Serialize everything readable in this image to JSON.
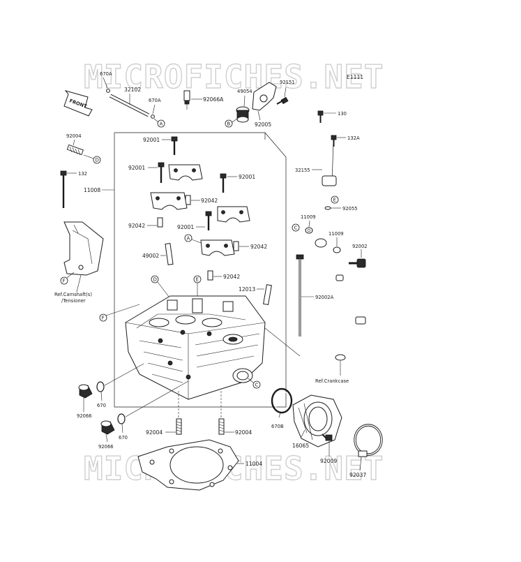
{
  "watermark": "MICROFICHES.NET",
  "diagram_code": "E1111",
  "front_label": "FRONT",
  "labels": {
    "p670A_top": "670A",
    "p32102": "32102",
    "p670A_mid": "670A",
    "p92066A": "92066A",
    "p49054": "49054",
    "p92151": "92151",
    "p92005": "92005",
    "p130": "130",
    "p132A": "132A",
    "p32155": "32155",
    "p92055": "92055",
    "p92004_top": "92004",
    "p132": "132",
    "p11008": "11008",
    "p92001_a": "92001",
    "p92001_b": "92001",
    "p92001_c": "92001",
    "p92001_d": "92001",
    "p92042_a": "92042",
    "p92042_b": "92042",
    "p92042_c": "92042",
    "p92042_d": "92042",
    "p49002": "49002",
    "p12013": "12013",
    "p11009_a": "11009",
    "p11009_b": "11009",
    "p92002": "92002",
    "p92002A": "92002A",
    "p670_a": "670",
    "p670_b": "670",
    "p92066_a": "92066",
    "p92066_b": "92066",
    "p92004_l": "92004",
    "p92004_r": "92004",
    "p11004": "11004",
    "p670B": "670B",
    "p16065": "16065",
    "p92009": "92009",
    "p92037": "92037"
  },
  "references": {
    "camshaft_line1": "Ref.Camshaft(s)",
    "camshaft_line2": "/Tensioner",
    "crankcase": "Ref.Crankcase"
  },
  "callouts": {
    "A": "A",
    "B": "B",
    "C": "C",
    "D": "D",
    "E": "E",
    "F": "F"
  }
}
